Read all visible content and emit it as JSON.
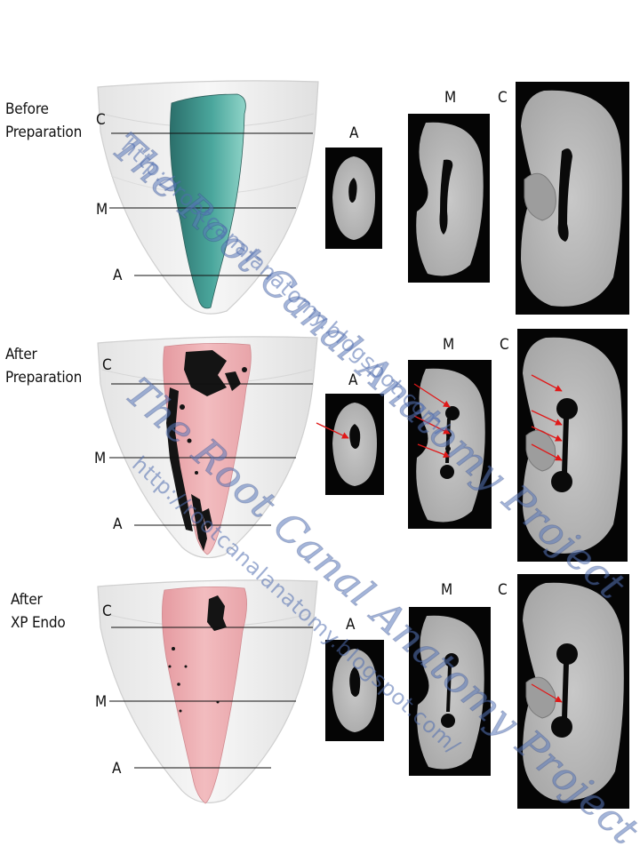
{
  "rows": [
    {
      "title_line1": "Before",
      "title_line2": "Preparation"
    },
    {
      "title_line1": "After",
      "title_line2": "Preparation"
    },
    {
      "title_line1": "After",
      "title_line2": "XP Endo"
    }
  ],
  "level_labels": {
    "coronal": "C",
    "middle": "M",
    "apical": "A"
  },
  "watermark": {
    "title": "The Root Canal Anatomy Project",
    "url": "http://rootcanalanatomy.blogspot.com/"
  },
  "colors": {
    "canal_before": "#3d8f87",
    "canal_after": "#eba9ad",
    "unprepared": "#1a1a1a",
    "arrow": "#e01818"
  }
}
